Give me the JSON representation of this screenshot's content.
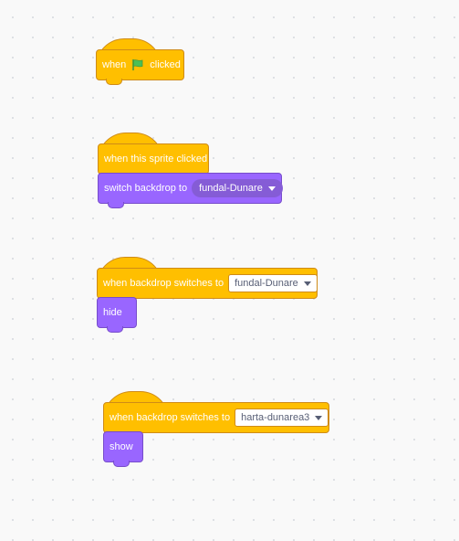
{
  "scripts": [
    {
      "hat_block": {
        "prefix": "when",
        "icon": "green-flag-icon",
        "suffix": "clicked"
      }
    },
    {
      "hat_block": {
        "label": "when this sprite clicked"
      },
      "stack_block": {
        "label": "switch backdrop to",
        "menu_value": "fundal-Dunare"
      }
    },
    {
      "hat_block": {
        "label": "when backdrop switches to",
        "menu_value": "fundal-Dunare"
      },
      "stack_block": {
        "label": "hide"
      }
    },
    {
      "hat_block": {
        "label": "when backdrop switches to",
        "menu_value": "harta-dunarea3"
      },
      "stack_block": {
        "label": "show"
      }
    }
  ],
  "colors": {
    "events": "#ffbf00",
    "events_border": "#cf8b17",
    "looks": "#9966ff",
    "looks_border": "#774dcb",
    "flag": "#4cbf56"
  }
}
